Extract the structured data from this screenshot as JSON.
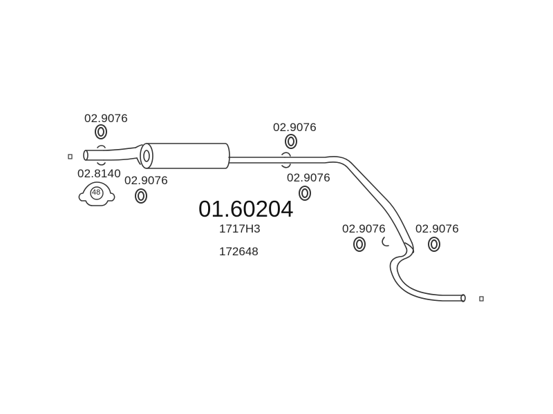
{
  "diagram": {
    "part_number": "01.60204",
    "ref_1": "1717H3",
    "ref_2": "172648",
    "rings": [
      {
        "code": "02.9076"
      },
      {
        "code": "02.9076"
      },
      {
        "code": "02.9076"
      },
      {
        "code": "02.9076"
      },
      {
        "code": "02.9076"
      },
      {
        "code": "02.9076"
      }
    ],
    "clamp": {
      "code": "02.8140",
      "size": "48"
    }
  }
}
